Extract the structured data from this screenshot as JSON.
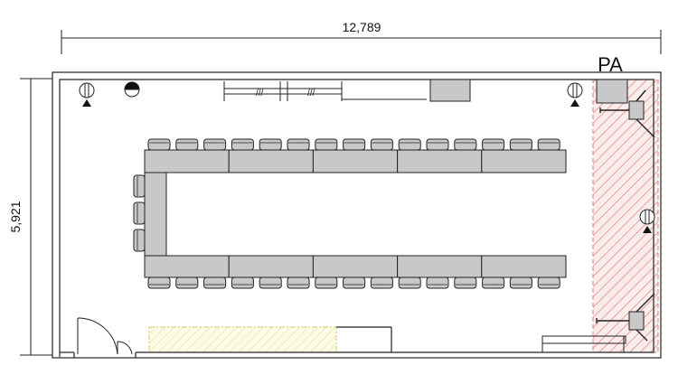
{
  "dimensions": {
    "width_label": "12,789",
    "height_label": "5,921"
  },
  "zone_label": "PA",
  "icons": {
    "outlet": "outlet-icon",
    "speaker": "speaker-icon",
    "tripod": "tripod-speaker-stand-icon",
    "door": "door-swing-icon"
  },
  "colors": {
    "line": "#222222",
    "table_fill": "#c8c8c8",
    "pa_hatch": "#e08080",
    "pa_fill": "#fbecec",
    "storage_hatch": "#e8e0a0",
    "storage_fill": "#fcfbe6"
  },
  "layout_counts": {
    "top_chairs": 15,
    "bottom_chairs": 15,
    "side_chairs": 3,
    "table_segments_per_row": 5
  }
}
